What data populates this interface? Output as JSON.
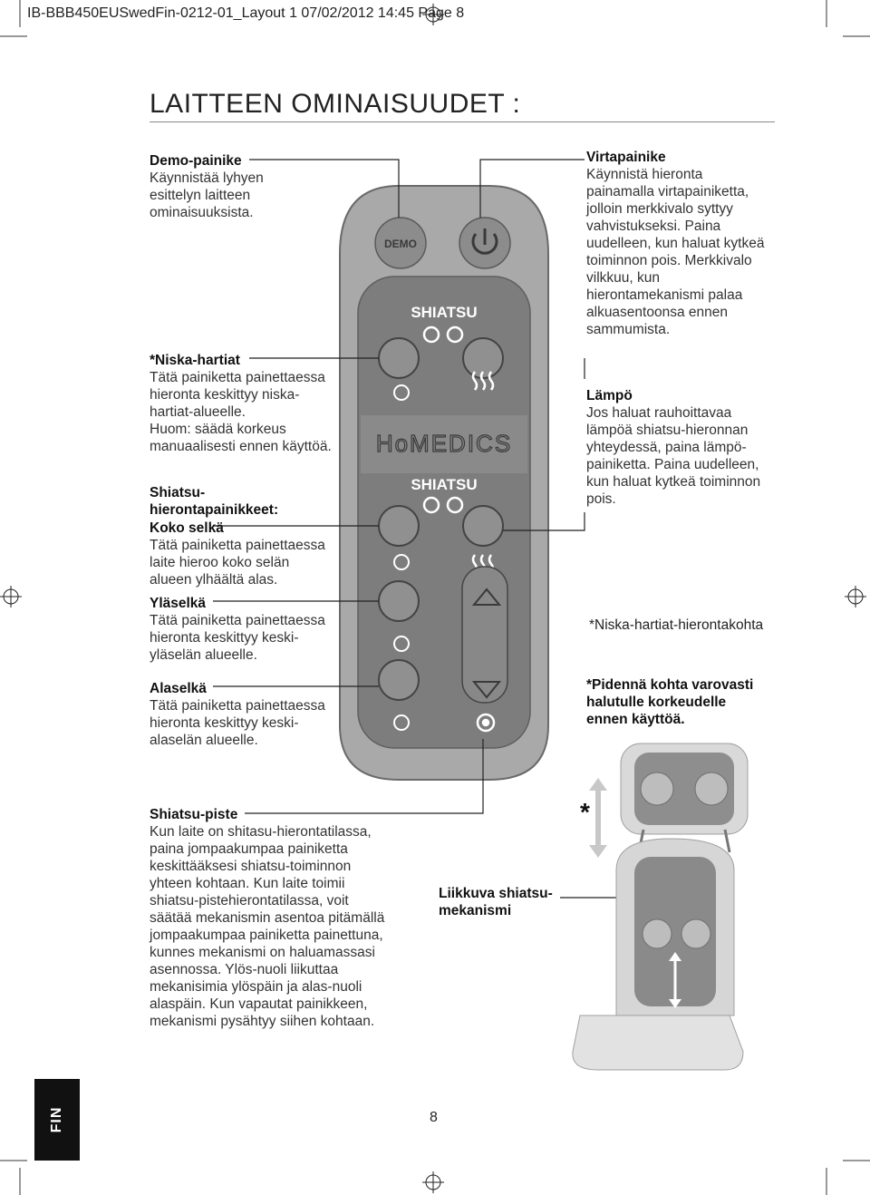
{
  "header": {
    "slug": "IB-BBB450EUSwedFin-0212-01_Layout 1  07/02/2012  14:45  Page 8"
  },
  "page": {
    "title": "LAITTEEN OMINAISUUDET :",
    "page_number": "8",
    "language_tab": "FIN"
  },
  "remote": {
    "demo_label": "DEMO",
    "shiatsu_label_top": "SHIATSU",
    "shiatsu_label_mid": "SHIATSU",
    "brand": "HoMEDICS",
    "body_color": "#9a9a9a",
    "face_color": "#7a7a7a"
  },
  "left_features": [
    {
      "heading": "Demo-painike",
      "text": "Käynnistää lyhyen\nesittelyn laitteen\nominaisuuksista."
    },
    {
      "heading": "*Niska-hartiat",
      "text": "Tätä painiketta painettaessa\nhieronta keskittyy niska-\nhartiat-alueelle.\nHuom: säädä korkeus\nmanuaalisesti ennen käyttöä."
    },
    {
      "heading": "Shiatsu-\nhierontapainikkeet:",
      "text": ""
    },
    {
      "heading": "Koko selkä",
      "text": "Tätä painiketta painettaessa\nlaite hieroo koko selän\nalueen ylhäältä alas."
    },
    {
      "heading": "Yläselkä",
      "text": "Tätä painiketta painettaessa\nhieronta keskittyy keski-\nyläselän alueelle."
    },
    {
      "heading": "Alaselkä",
      "text": "Tätä painiketta painettaessa\nhieronta keskittyy keski-\nalaselän alueelle."
    }
  ],
  "right_features": [
    {
      "heading": "Virtapainike",
      "text": "Käynnistä hieronta\npainamalla virtapainiketta,\njolloin merkkivalo syttyy\nvahvistukseksi. Paina\nuudelleen, kun haluat kytkeä\ntoiminnon pois. Merkkivalo\nvilkkuu, kun\nhierontamekanismi palaa\nalkuasentoonsa ennen\nsammumista."
    },
    {
      "heading": "Lämpö",
      "text": "Jos haluat rauhoittavaa\nlämpöä shiatsu-hieronnan\nyhteydessä, paina lämpö-\npainiketta. Paina uudelleen,\nkun haluat kytkeä toiminnon\npois."
    }
  ],
  "notes": {
    "neck_point": "*Niska-hartiat-hierontakohta",
    "extend_warning": "*Pidennä kohta varovasti\n halutulle korkeudelle\n ennen käyttöä.",
    "asterisk": "*",
    "moving_mechanism": "Liikkuva shiatsu-\nmekanismi"
  },
  "shiatsu_point": {
    "heading": "Shiatsu-piste",
    "text": "Kun laite on shitasu-hierontatilassa,\npaina jompaakumpaa painiketta\nkeskittääksesi shiatsu-toiminnon\nyhteen kohtaan. Kun laite toimii\nshiatsu-pistehierontatilassa, voit\nsäätää mekanismin asentoa pitämällä\njompaakumpaa painiketta painettuna,\nkunnes mekanismi on haluamassasi\nasennossa. Ylös-nuoli liikuttaa\nmekanisimia ylöspäin ja alas-nuoli\nalaspäin. Kun vapautat painikkeen,\nmekanismi pysähtyy siihen kohtaan."
  }
}
